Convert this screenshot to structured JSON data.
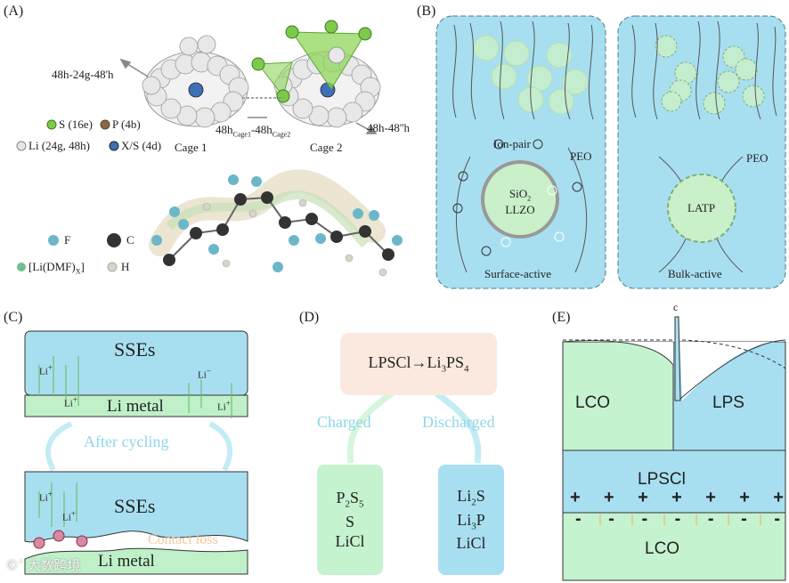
{
  "panelA": {
    "label": "(A)",
    "lbl_48h": "48h-24g-48'h",
    "lbl_cage1": "Cage 1",
    "lbl_cage2": "Cage 2",
    "lbl_mid": "48h",
    "lbl_mid_sub1": "Cage1",
    "lbl_mid_b": "-48h",
    "lbl_mid_sub2": "Cage2",
    "lbl_right": "48h-48''h",
    "legend": {
      "s": "S (16e)",
      "p": "P (4b)",
      "li": "Li (24g, 48h)",
      "xs": "X/S (4d)",
      "f": "F",
      "c": "C",
      "lidmf": "[Li(DMF)",
      "lidmf_sub": "X",
      "lidmf_end": "]",
      "h": "H"
    },
    "colors": {
      "s": "#7dc94a",
      "p": "#8a6a44",
      "li": "#e6e6e6",
      "xs": "#3f6fb5",
      "f": "#6bb7c9",
      "c": "#333333",
      "lidmf": "#6fbf8f",
      "h": "#d8d4c8"
    }
  },
  "panelB": {
    "label": "(B)",
    "ionpair": "Ion-pair",
    "peo_left": "PEO",
    "particle": "SiO",
    "particle_sub": "2",
    "particle2": "LLZO",
    "surface": "Surface-active",
    "peo_right": "PEO",
    "latp": "LATP",
    "bulk": "Bulk-active",
    "colors": {
      "bg": "#a8dff0",
      "green": "#c9f0c9"
    }
  },
  "panelC": {
    "label": "(C)",
    "sses_top": "SSEs",
    "limetal_top": "Li metal",
    "after": "After cycling",
    "sses_bottom": "SSEs",
    "contact": "Contact loss",
    "limetal_bottom": "Li metal",
    "li": "Li",
    "li_plus": "+",
    "li_minus": "−",
    "colors": {
      "sses": "#a8dff0",
      "li": "#bff0c8",
      "contact": "#f5c79a"
    }
  },
  "panelD": {
    "label": "(D)",
    "top": "LPSCl→Li",
    "top_sub": "3",
    "top_end": "PS",
    "top_sub2": "4",
    "charged": "Charged",
    "discharged": "Discharged",
    "left_lines": [
      "P",
      "S",
      "LiCl"
    ],
    "left_p_sub": "2",
    "left_s": "S",
    "left_s_sub": "5",
    "right_l1": "Li",
    "right_l1_sub": "2",
    "right_l1_end": "S",
    "right_l2": "Li",
    "right_l2_sub": "3",
    "right_l2_end": "P",
    "right_l3": "LiCl",
    "colors": {
      "top": "#fbe9df",
      "left": "#c5f2cf",
      "right": "#a8dff0"
    }
  },
  "panelE": {
    "label": "(E)",
    "lco_top": "LCO",
    "lps": "LPS",
    "lpscl": "LPSCl",
    "lco_bottom": "LCO",
    "plus": "+",
    "minus": "-",
    "tick_label": "c",
    "colors": {
      "lco": "#c5f2cf",
      "lps": "#a8dff0"
    }
  },
  "watermark": "©’ 大数跨境"
}
